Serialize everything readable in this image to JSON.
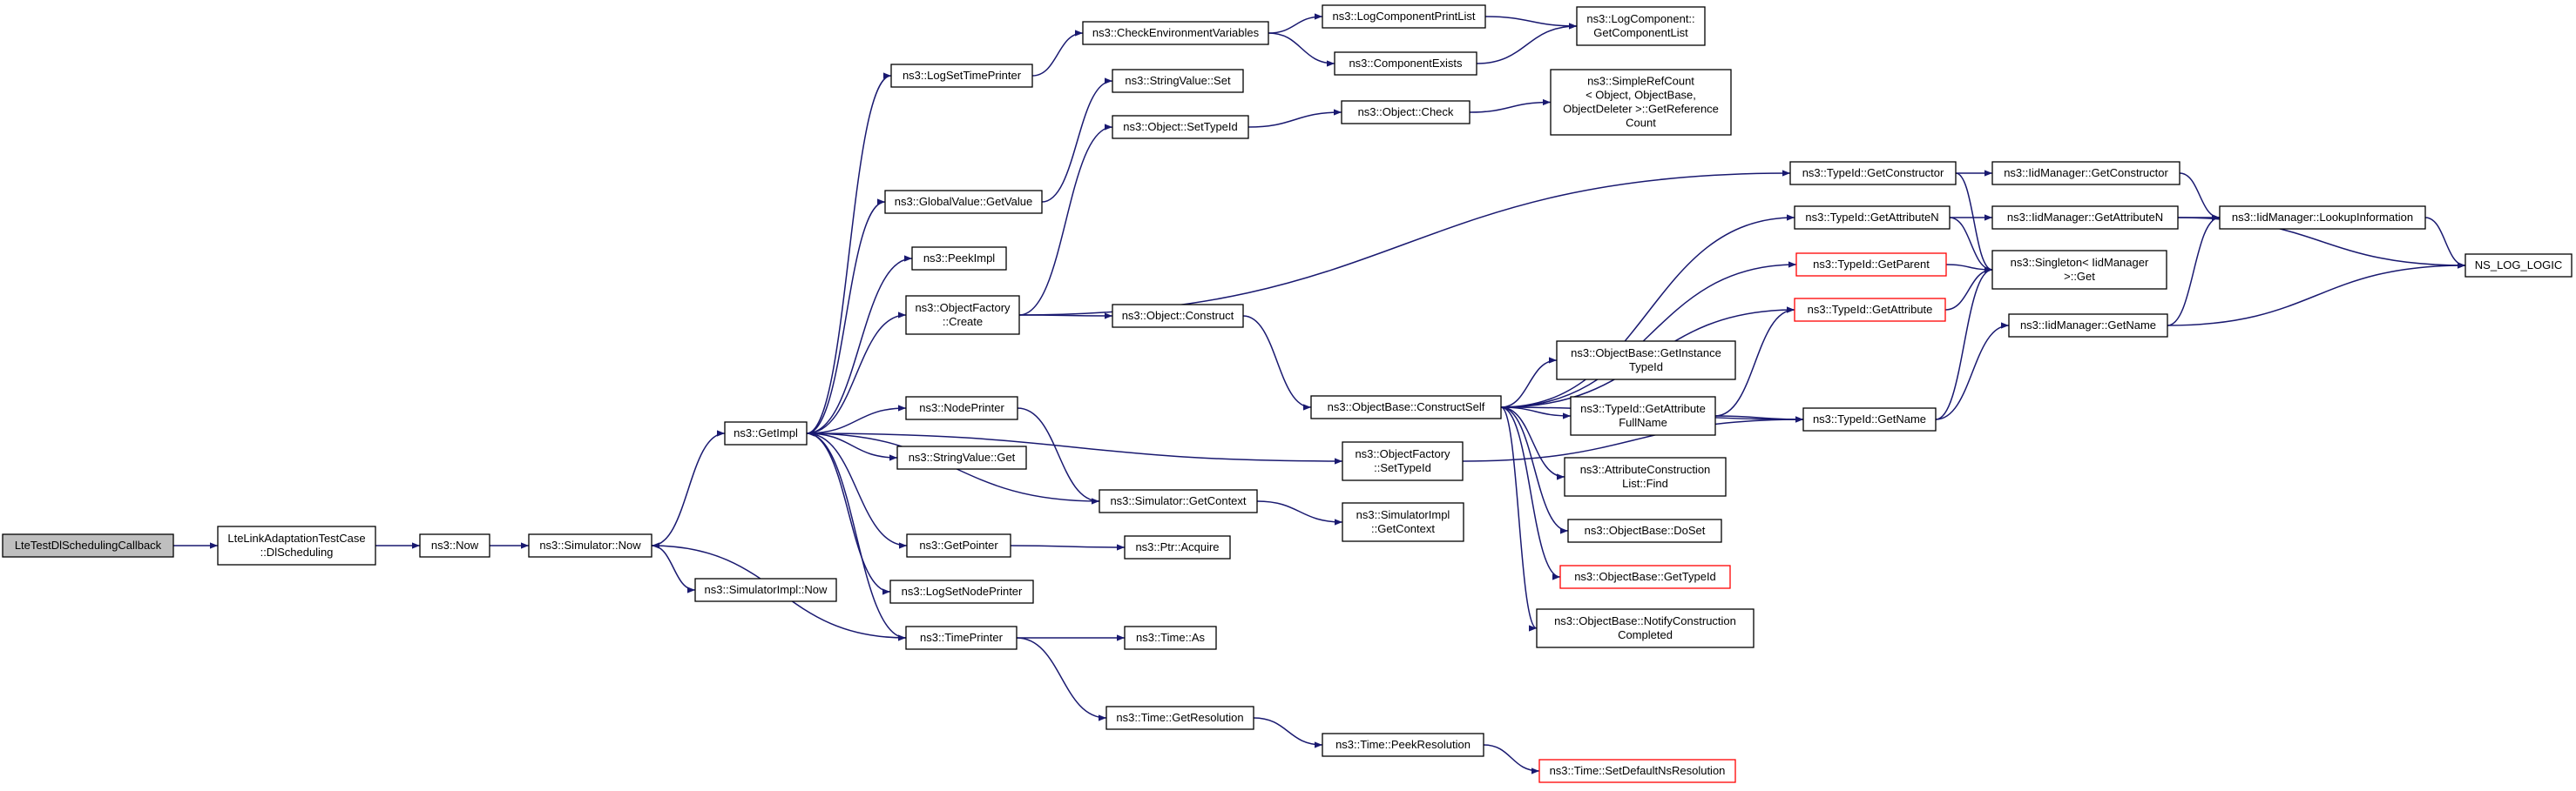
{
  "nodes": [
    {
      "id": "root",
      "lines": [
        "LteTestDlSchedulingCallback"
      ],
      "root": true
    },
    {
      "id": "dlsched",
      "lines": [
        "LteLinkAdaptationTestCase",
        "::DlScheduling"
      ]
    },
    {
      "id": "now",
      "lines": [
        "ns3::Now"
      ]
    },
    {
      "id": "simnow",
      "lines": [
        "ns3::Simulator::Now"
      ]
    },
    {
      "id": "simimplnow",
      "lines": [
        "ns3::SimulatorImpl::Now"
      ]
    },
    {
      "id": "getimpl",
      "lines": [
        "ns3::GetImpl"
      ]
    },
    {
      "id": "logsettimeprinter",
      "lines": [
        "ns3::LogSetTimePrinter"
      ]
    },
    {
      "id": "globalvalue",
      "lines": [
        "ns3::GlobalValue::GetValue"
      ]
    },
    {
      "id": "peekimpl",
      "lines": [
        "ns3::PeekImpl"
      ]
    },
    {
      "id": "objfactcreate",
      "lines": [
        "ns3::ObjectFactory",
        "::Create"
      ]
    },
    {
      "id": "nodeprinter",
      "lines": [
        "ns3::NodePrinter"
      ]
    },
    {
      "id": "stringvalueget",
      "lines": [
        "ns3::StringValue::Get"
      ]
    },
    {
      "id": "getpointer",
      "lines": [
        "ns3::GetPointer"
      ]
    },
    {
      "id": "logsetnodeprinter",
      "lines": [
        "ns3::LogSetNodePrinter"
      ]
    },
    {
      "id": "timeprinter",
      "lines": [
        "ns3::TimePrinter"
      ]
    },
    {
      "id": "checkenv",
      "lines": [
        "ns3::CheckEnvironmentVariables"
      ]
    },
    {
      "id": "stringvalueset",
      "lines": [
        "ns3::StringValue::Set"
      ]
    },
    {
      "id": "objsettypeid",
      "lines": [
        "ns3::Object::SetTypeId"
      ]
    },
    {
      "id": "objconstruct",
      "lines": [
        "ns3::Object::Construct"
      ]
    },
    {
      "id": "simgetcontext",
      "lines": [
        "ns3::Simulator::GetContext"
      ]
    },
    {
      "id": "ptracquire",
      "lines": [
        "ns3::Ptr::Acquire"
      ]
    },
    {
      "id": "timeas",
      "lines": [
        "ns3::Time::As"
      ]
    },
    {
      "id": "timegetres",
      "lines": [
        "ns3::Time::GetResolution"
      ]
    },
    {
      "id": "logcompprintlist",
      "lines": [
        "ns3::LogComponentPrintList"
      ]
    },
    {
      "id": "compexists",
      "lines": [
        "ns3::ComponentExists"
      ]
    },
    {
      "id": "objcheck",
      "lines": [
        "ns3::Object::Check"
      ]
    },
    {
      "id": "objbaseconstructself",
      "lines": [
        "ns3::ObjectBase::ConstructSelf"
      ]
    },
    {
      "id": "objfactsettypeid",
      "lines": [
        "ns3::ObjectFactory",
        "::SetTypeId"
      ]
    },
    {
      "id": "simimplgetcontext",
      "lines": [
        "ns3::SimulatorImpl",
        "::GetContext"
      ]
    },
    {
      "id": "timepeekres",
      "lines": [
        "ns3::Time::PeekResolution"
      ]
    },
    {
      "id": "logcompgetlist",
      "lines": [
        "ns3::LogComponent::",
        "GetComponentList"
      ]
    },
    {
      "id": "simplerefcount",
      "lines": [
        "ns3::SimpleRefCount",
        "< Object, ObjectBase,",
        "ObjectDeleter >::GetReference",
        "Count"
      ]
    },
    {
      "id": "objbasegetinstancetypeid",
      "lines": [
        "ns3::ObjectBase::GetInstance",
        "TypeId"
      ]
    },
    {
      "id": "typeidgetattrfullname",
      "lines": [
        "ns3::TypeId::GetAttribute",
        "FullName"
      ]
    },
    {
      "id": "attrconstructionlistfind",
      "lines": [
        "ns3::AttributeConstruction",
        "List::Find"
      ]
    },
    {
      "id": "objbasedoset",
      "lines": [
        "ns3::ObjectBase::DoSet"
      ]
    },
    {
      "id": "objbasegettypeid",
      "lines": [
        "ns3::ObjectBase::GetTypeId"
      ],
      "red": true
    },
    {
      "id": "objbasenotify",
      "lines": [
        "ns3::ObjectBase::NotifyConstruction",
        "Completed"
      ]
    },
    {
      "id": "timesetdefault",
      "lines": [
        "ns3::Time::SetDefaultNsResolution"
      ],
      "red": true
    },
    {
      "id": "typeidgetconstructor",
      "lines": [
        "ns3::TypeId::GetConstructor"
      ]
    },
    {
      "id": "typeidgetattributen",
      "lines": [
        "ns3::TypeId::GetAttributeN"
      ]
    },
    {
      "id": "typeidgetparent",
      "lines": [
        "ns3::TypeId::GetParent"
      ],
      "red": true
    },
    {
      "id": "typeidgetattribute",
      "lines": [
        "ns3::TypeId::GetAttribute"
      ],
      "red": true
    },
    {
      "id": "typeidgetname",
      "lines": [
        "ns3::TypeId::GetName"
      ]
    },
    {
      "id": "iidmgetconstructor",
      "lines": [
        "ns3::IidManager::GetConstructor"
      ]
    },
    {
      "id": "iidmgetattributen",
      "lines": [
        "ns3::IidManager::GetAttributeN"
      ]
    },
    {
      "id": "singletonget",
      "lines": [
        "ns3::Singleton< IidManager",
        ">::Get"
      ]
    },
    {
      "id": "iidmgetname",
      "lines": [
        "ns3::IidManager::GetName"
      ]
    },
    {
      "id": "iidmlookup",
      "lines": [
        "ns3::IidManager::LookupInformation"
      ]
    },
    {
      "id": "nslog",
      "lines": [
        "NS_LOG_LOGIC"
      ]
    }
  ]
}
